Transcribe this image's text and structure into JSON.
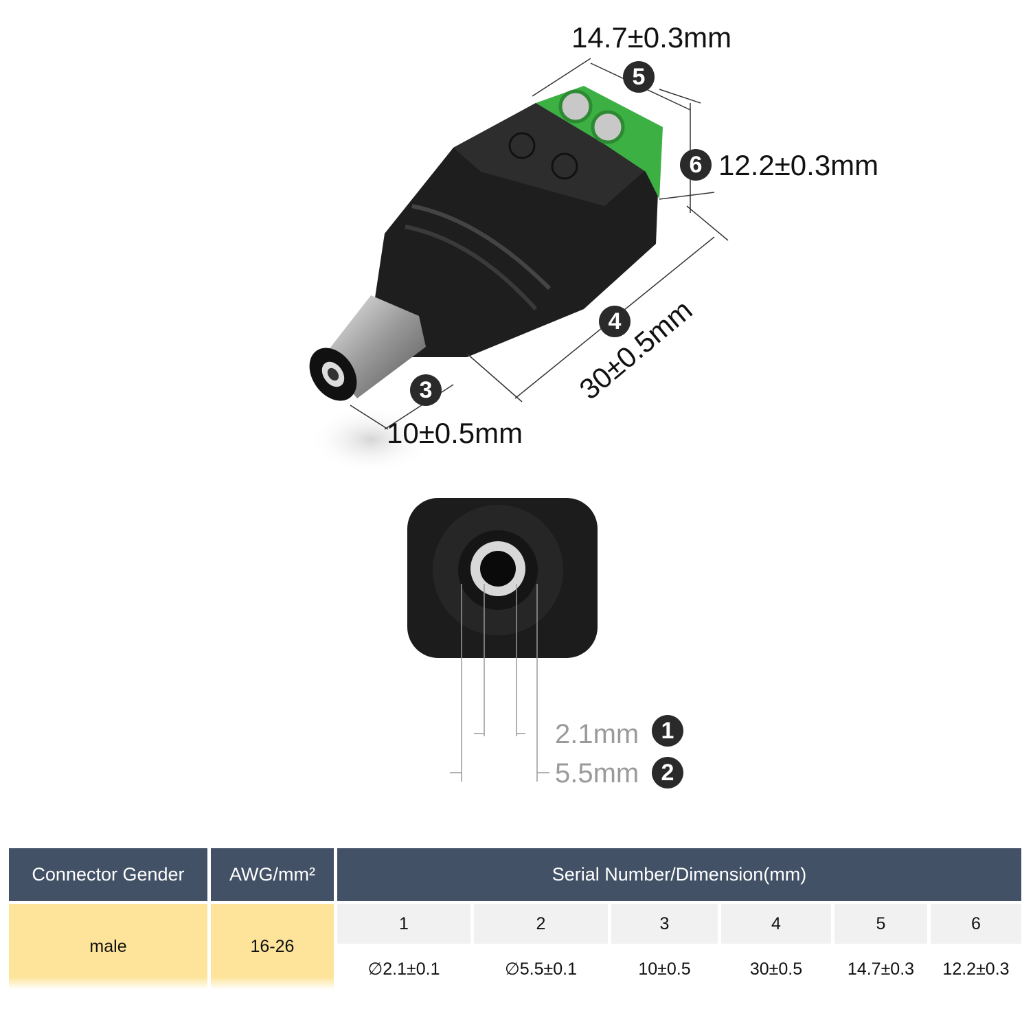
{
  "dimensions": {
    "d1": {
      "badge": "1",
      "label": "2.1mm"
    },
    "d2": {
      "badge": "2",
      "label": "5.5mm"
    },
    "d3": {
      "badge": "3",
      "label": "10±0.5mm"
    },
    "d4": {
      "badge": "4",
      "label": "30±0.5mm"
    },
    "d5": {
      "badge": "5",
      "label": "14.7±0.3mm"
    },
    "d6": {
      "badge": "6",
      "label": "12.2±0.3mm"
    }
  },
  "colors": {
    "header": "#425166",
    "highlight": "#fde49a",
    "terminal_green": "#3cb043",
    "body": "#1e1e1e"
  },
  "table": {
    "headers": [
      "Connector Gender",
      "AWG/mm²",
      "Serial Number/Dimension(mm)"
    ],
    "gender": "male",
    "awg": "16-26",
    "serials": [
      "1",
      "2",
      "3",
      "4",
      "5",
      "6"
    ],
    "values": [
      "∅2.1±0.1",
      "∅5.5±0.1",
      "10±0.5",
      "30±0.5",
      "14.7±0.3",
      "12.2±0.3"
    ]
  }
}
